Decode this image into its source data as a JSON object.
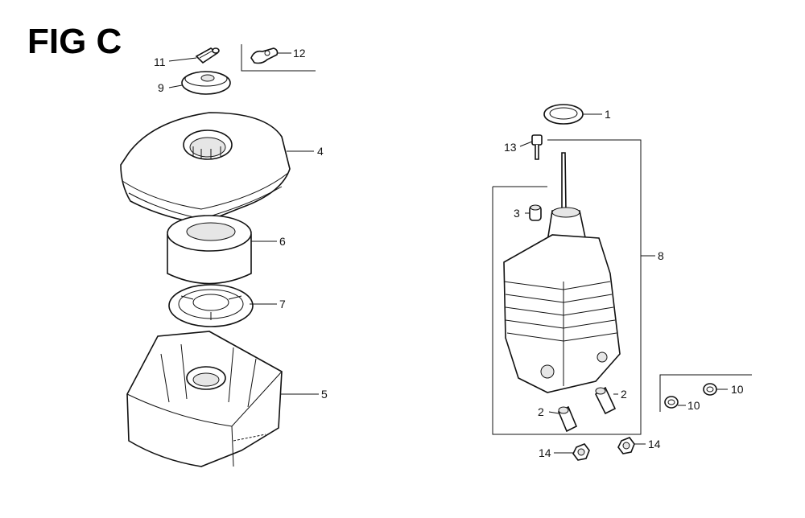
{
  "figure": {
    "title": "FIG C"
  },
  "callouts": {
    "c1": "1",
    "c2a": "2",
    "c2b": "2",
    "c3": "3",
    "c4": "4",
    "c5": "5",
    "c6": "6",
    "c7": "7",
    "c8": "8",
    "c9": "9",
    "c10a": "10",
    "c10b": "10",
    "c11": "11",
    "c12": "12",
    "c13": "13",
    "c14a": "14",
    "c14b": "14"
  }
}
